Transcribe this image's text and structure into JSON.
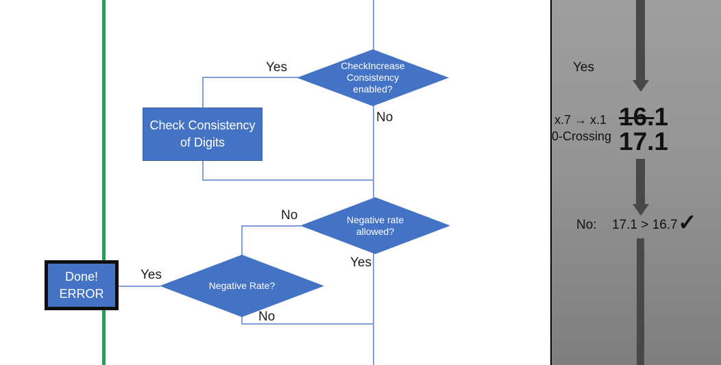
{
  "flowchart": {
    "decision1": {
      "line1": "CheckIncrease",
      "line2": "Consistency",
      "line3": "enabled?",
      "yes": "Yes",
      "no": "No"
    },
    "process": {
      "line1": "Check Consistency",
      "line2": "of Digits"
    },
    "decision2": {
      "line1": "Negative rate",
      "line2": "allowed?",
      "no": "No",
      "yes": "Yes"
    },
    "decision3": {
      "label": "Negative Rate?",
      "yes": "Yes",
      "no": "No"
    },
    "done": {
      "line1": "Done!",
      "line2": "ERROR"
    }
  },
  "panel": {
    "yes_label": "Yes",
    "note_line1": "x.7 → x.1",
    "note_line2": "0-Crossing",
    "old_value_struck": "16.",
    "old_value_rest": "1",
    "new_value": "17.1",
    "result_label": "No:",
    "result_comparison": "17.1 > 16.7",
    "check_icon": "✓"
  },
  "colors": {
    "shape_blue": "#4472C4",
    "connector_blue": "#7F9FD6",
    "green_line": "#17A75B",
    "arrow_gray": "#484848",
    "panel_gray_top": "#9E9E9E",
    "panel_gray_bottom": "#7E7E7E",
    "done_border": "#0E0E0E"
  }
}
